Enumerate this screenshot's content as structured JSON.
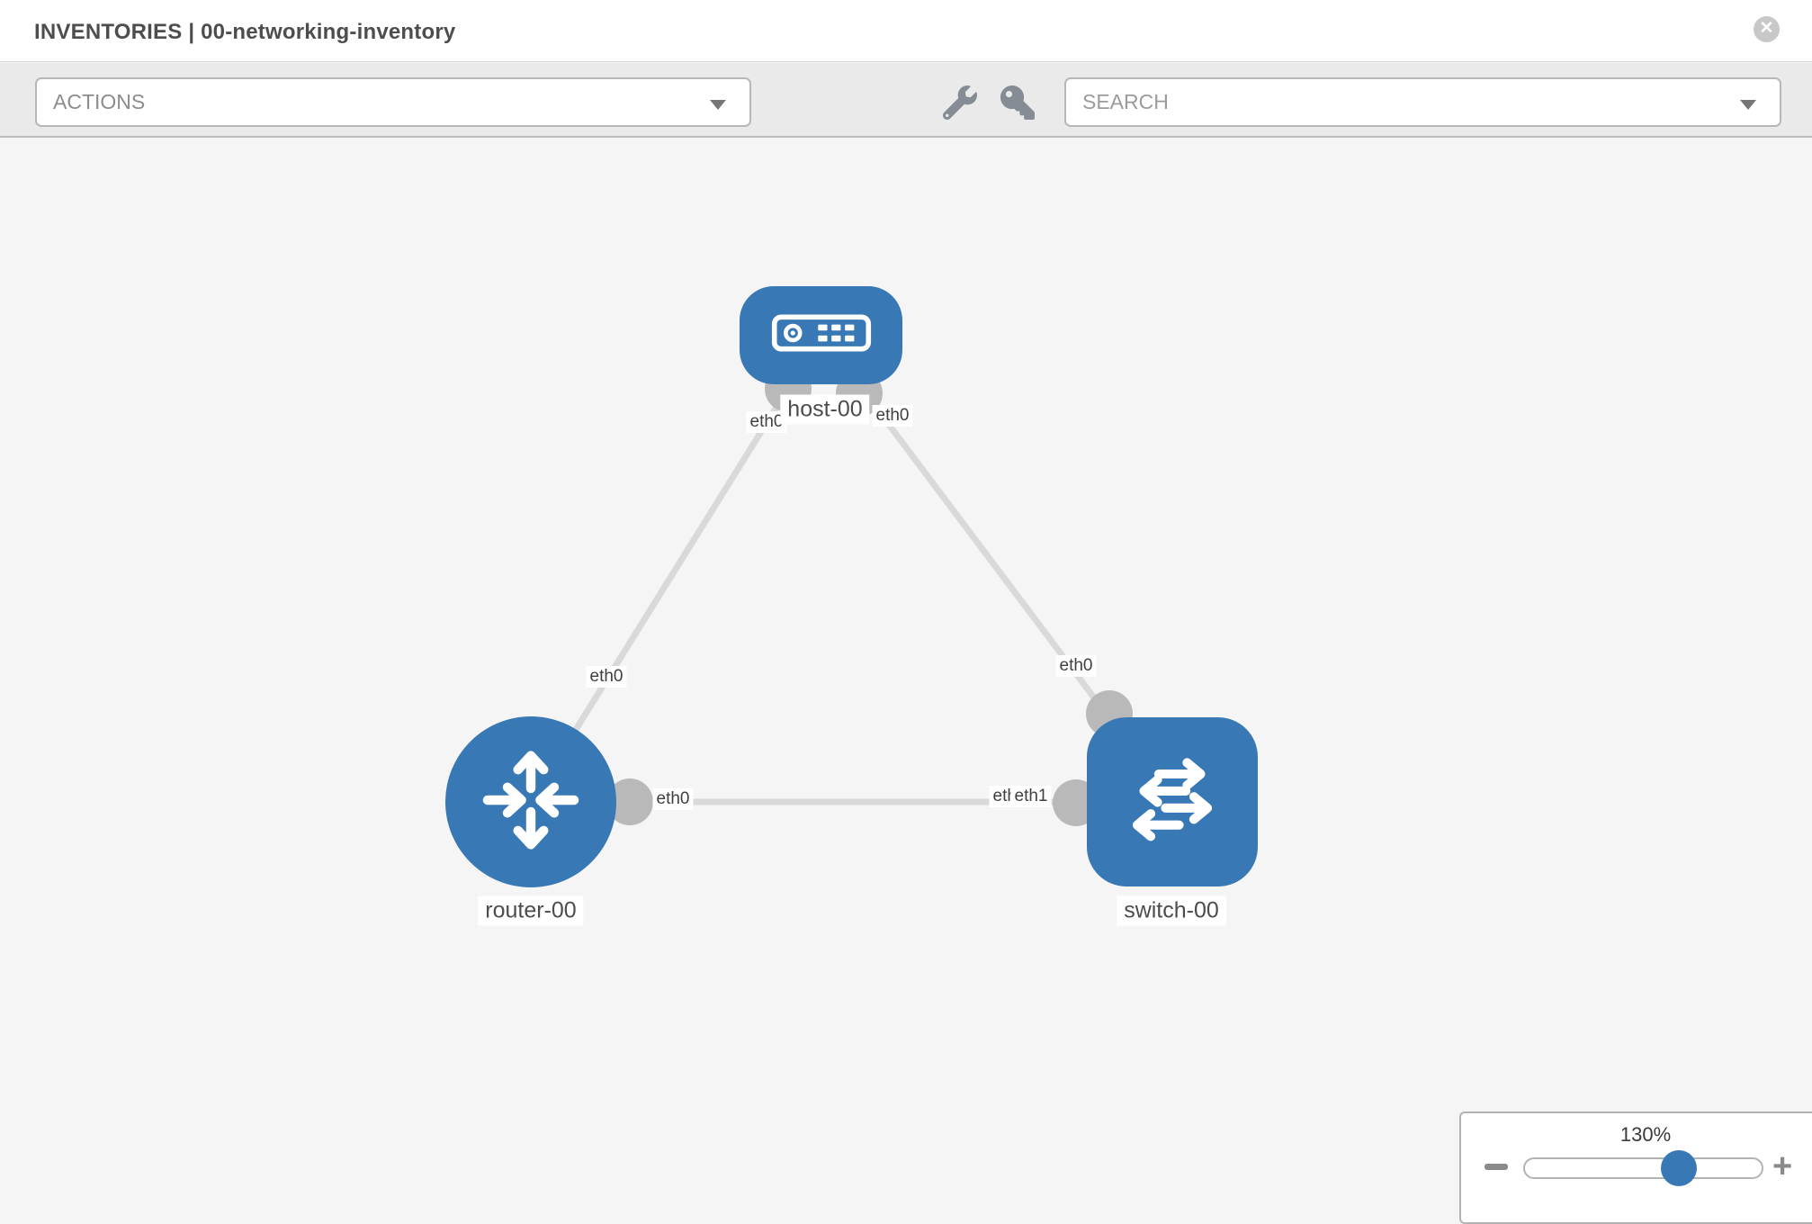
{
  "header": {
    "title": "INVENTORIES | 00-networking-inventory",
    "close_label": "✕"
  },
  "toolbar": {
    "actions_placeholder": "ACTIONS",
    "search_placeholder": "SEARCH",
    "icons": [
      "wrench-icon",
      "key-icon"
    ]
  },
  "topology": {
    "nodes": [
      {
        "id": "host-00",
        "type": "host",
        "label": "host-00"
      },
      {
        "id": "router-00",
        "type": "router",
        "label": "router-00"
      },
      {
        "id": "switch-00",
        "type": "switch",
        "label": "switch-00"
      }
    ],
    "links": [
      {
        "from": "host-00",
        "to": "router-00",
        "from_iface": "eth0",
        "to_iface": "eth0"
      },
      {
        "from": "host-00",
        "to": "switch-00",
        "from_iface": "eth0",
        "to_iface": "eth0"
      },
      {
        "from": "router-00",
        "to": "switch-00",
        "from_iface": "eth0",
        "to_iface": "eth1"
      }
    ],
    "port_labels": [
      {
        "text": "eth0",
        "link": "host-00/router-00",
        "end": "host"
      },
      {
        "text": "eth0",
        "link": "host-00/router-00",
        "end": "router"
      },
      {
        "text": "eth0",
        "link": "host-00/switch-00",
        "end": "host"
      },
      {
        "text": "eth0",
        "link": "host-00/switch-00",
        "end": "switch"
      },
      {
        "text": "eth0",
        "link": "router-00/switch-00",
        "end": "router"
      },
      {
        "text": "eth0",
        "link": "router-00/switch-00",
        "end": "switch-under"
      },
      {
        "text": "eth1",
        "link": "router-00/switch-00",
        "end": "switch"
      }
    ]
  },
  "zoom_control": {
    "level": "130%",
    "minus_label": "−",
    "plus_label": "+"
  },
  "colors": {
    "node_blue": "#3879b5",
    "link_gray": "#d9d9d9",
    "connector_gray": "#b9b9b9",
    "toolbar_bg": "#eaeaea",
    "canvas_bg": "#f5f5f5"
  }
}
